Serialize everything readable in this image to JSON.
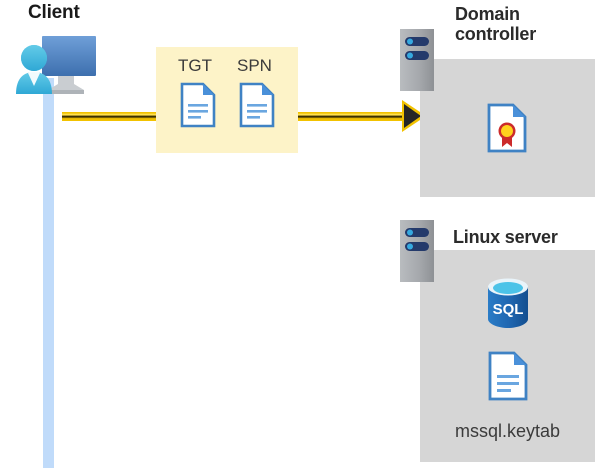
{
  "diagram": {
    "title_client": "Client",
    "title_domain_controller": "Domain\ncontroller",
    "title_linux_server": "Linux server",
    "token_labels": {
      "tgt": "TGT",
      "spn": "SPN"
    },
    "keytab_label": "mssql.keytab",
    "icons": {
      "client": "client-workstation-icon",
      "tgt_document": "document-icon",
      "spn_document": "document-icon",
      "domain_controller_rack": "server-rack-icon",
      "linux_server_rack": "server-rack-icon",
      "certificate": "certificate-document-icon",
      "sql_database": "sql-database-icon",
      "keytab_document": "document-icon",
      "flow_arrow": "right-arrow-icon"
    },
    "colors": {
      "highlight_box": "#fdf3c8",
      "panel_gray": "#d6d6d6",
      "arrow_yellow": "#f2c200",
      "lifeline_blue": "#c0dbfa",
      "document_blue": "#4a90d9",
      "sql_blue": "#1f6cb5",
      "rack_dark_blue": "#243a6b",
      "rack_dot_cyan": "#35a9e0",
      "cert_ribbon_red": "#cc2b2b",
      "cert_seal_yellow": "#ffd21e",
      "title_text": "#2b2b2b"
    }
  }
}
